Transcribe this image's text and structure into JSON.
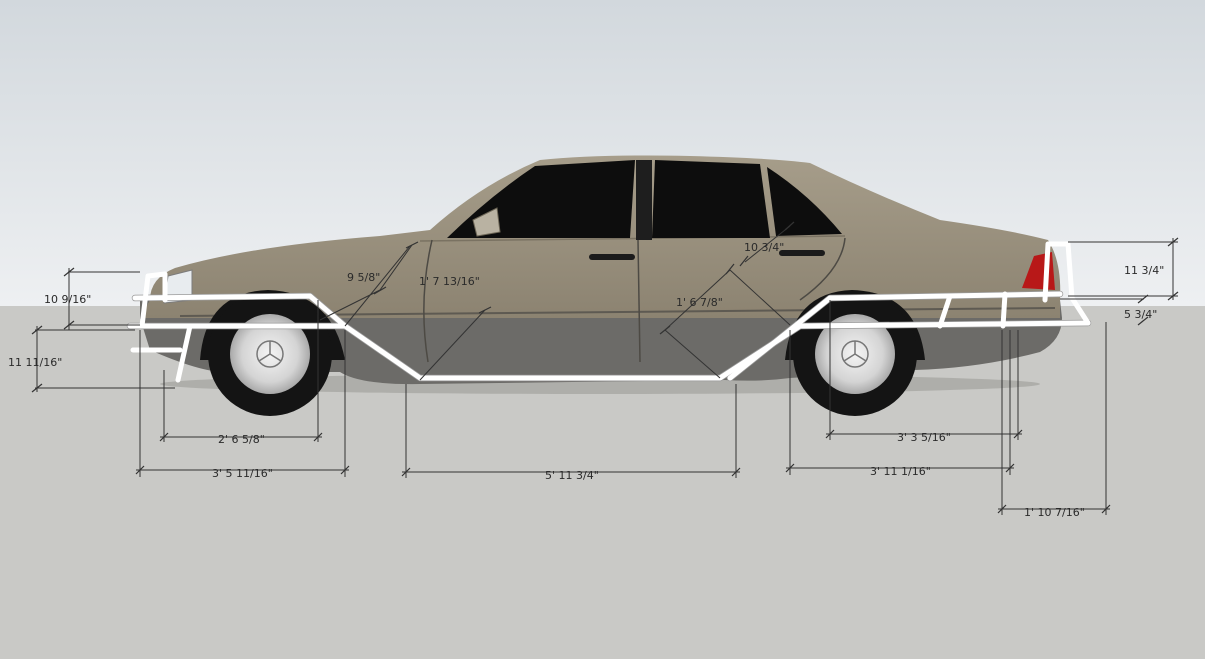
{
  "colors": {
    "sky_top": "#d2d8dd",
    "sky_bottom": "#eef0f2",
    "ground": "#c9c9c6",
    "body_upper": "#938a78",
    "body_lower": "#6c6b68",
    "window": "#0d0d0d",
    "tire": "#141414",
    "rim": "#d9d9d9",
    "tube": "#ffffff",
    "taillight": "#b81818"
  },
  "dimensions": [
    {
      "id": "front-height-upper",
      "label": "10 9/16\""
    },
    {
      "id": "front-height-lower",
      "label": "11 11/16\""
    },
    {
      "id": "front-diag-1",
      "label": "9 5/8\""
    },
    {
      "id": "door-diag",
      "label": "1' 7 13/16\""
    },
    {
      "id": "rear-door-diag",
      "label": "1' 6 7/8\""
    },
    {
      "id": "handle-offset",
      "label": "10 3/4\""
    },
    {
      "id": "rear-height-upper",
      "label": "11 3/4\""
    },
    {
      "id": "rear-height-lower",
      "label": "5 3/4\""
    },
    {
      "id": "front-wheel-span",
      "label": "2' 6 5/8\""
    },
    {
      "id": "front-section-span",
      "label": "3' 5 11/16\""
    },
    {
      "id": "middle-span",
      "label": "5' 11 3/4\""
    },
    {
      "id": "rear-wheel-span",
      "label": "3' 3 5/16\""
    },
    {
      "id": "rear-section-span",
      "label": "3' 11 1/16\""
    },
    {
      "id": "rear-bumper-span",
      "label": "1' 10 7/16\""
    }
  ]
}
